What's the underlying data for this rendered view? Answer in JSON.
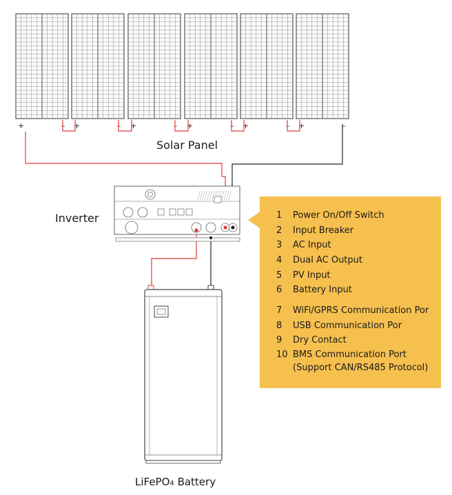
{
  "labels": {
    "solar_panel": "Solar Panel",
    "inverter": "Inverter",
    "battery_main": "LiFePO",
    "battery_sub": "4",
    "battery_tail": " Battery"
  },
  "polarity": {
    "plus": "+",
    "minus": "–"
  },
  "legend": {
    "items": [
      {
        "num": "1",
        "text": "Power On/Off Switch"
      },
      {
        "num": "2",
        "text": "Input Breaker"
      },
      {
        "num": "3",
        "text": "AC Input"
      },
      {
        "num": "4",
        "text": "Dual AC Output"
      },
      {
        "num": "5",
        "text": "PV Input"
      },
      {
        "num": "6",
        "text": "Battery Input"
      },
      {
        "num": "7",
        "text": "WiFi/GPRS Communication Por"
      },
      {
        "num": "8",
        "text": "USB Communication Por"
      },
      {
        "num": "9",
        "text": "Dry Contact"
      },
      {
        "num": "10",
        "text": "BMS Communication Port",
        "sub": "(Support CAN/RS485 Protocol)"
      }
    ]
  },
  "colors": {
    "wire_positive": "#e03a3a",
    "wire_negative": "#222222",
    "legend_bg": "#f6c04f",
    "panel_line": "#888888"
  }
}
